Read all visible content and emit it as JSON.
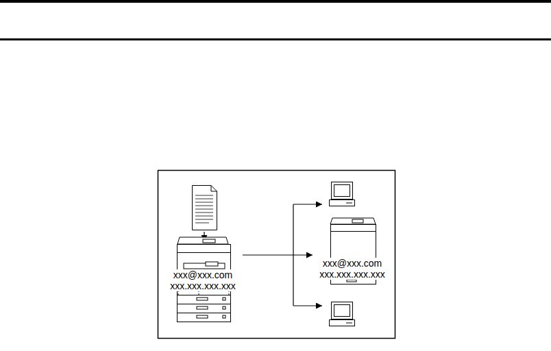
{
  "diagram": {
    "nodes": [
      {
        "text": [
          "xxx@xxx.com",
          "xxx.xxx.xxx.xxx"
        ]
      },
      {
        "text": [
          "xxx@xxx.com",
          "xxx.xxx.xxx.xxx"
        ]
      }
    ],
    "edges": [
      {
        "from": 0,
        "to": 1,
        "arrow": "to"
      }
    ]
  }
}
